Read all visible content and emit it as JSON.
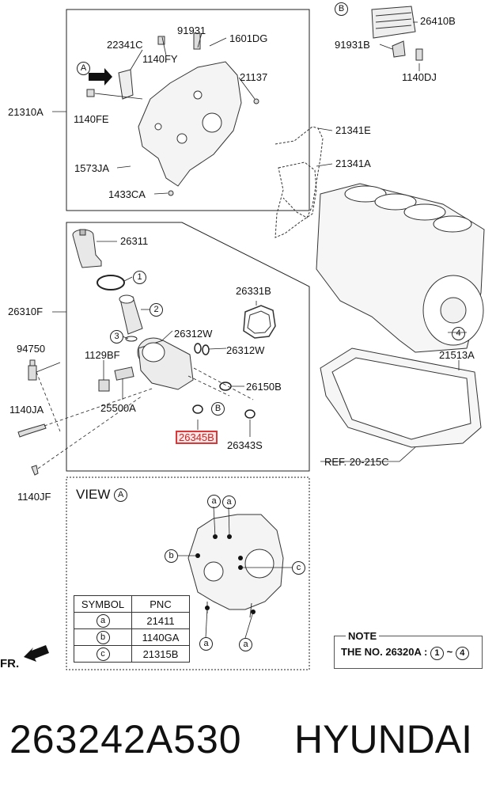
{
  "diagram": {
    "labels": {
      "p26410B": "26410B",
      "p91931B": "91931B",
      "p1140DJ": "1140DJ",
      "p22341C": "22341C",
      "p91931": "91931",
      "p1601DG": "1601DG",
      "p1140FY": "1140FY",
      "p21137": "21137",
      "p21310A": "21310A",
      "p1140FE": "1140FE",
      "p1573JA": "1573JA",
      "p1433CA": "1433CA",
      "p21341E": "21341E",
      "p21341A": "21341A",
      "p26311": "26311",
      "p26310F": "26310F",
      "p26331B": "26331B",
      "p26312W_a": "26312W",
      "p26312W_b": "26312W",
      "p94750": "94750",
      "p1129BF": "1129BF",
      "p26150B": "26150B",
      "p25500A": "25500A",
      "p1140JA": "1140JA",
      "p26345B": "26345B",
      "p26343S": "26343S",
      "p21513A": "21513A",
      "pREF": "REF. 20-215C",
      "p1140JF": "1140JF"
    },
    "callouts": {
      "A": "A",
      "B": "B",
      "B2": "B",
      "n1": "1",
      "n2": "2",
      "n3": "3",
      "n4": "4"
    },
    "view": {
      "title": "VIEW",
      "ref": "A",
      "markers": {
        "a": "a",
        "b": "b",
        "c": "c"
      }
    },
    "symbol_table": {
      "headers": [
        "SYMBOL",
        "PNC"
      ],
      "rows": [
        {
          "symbol": "a",
          "pnc": "21411"
        },
        {
          "symbol": "b",
          "pnc": "1140GA"
        },
        {
          "symbol": "c",
          "pnc": "21315B"
        }
      ]
    },
    "note": {
      "title": "NOTE",
      "text": "THE NO. 26320A : ",
      "from": "1",
      "sep": "~",
      "to": "4"
    },
    "front": "FR."
  },
  "footer": {
    "part_number": "263242A530",
    "brand": "HYUNDAI"
  },
  "highlight_color": "#d63a3a"
}
